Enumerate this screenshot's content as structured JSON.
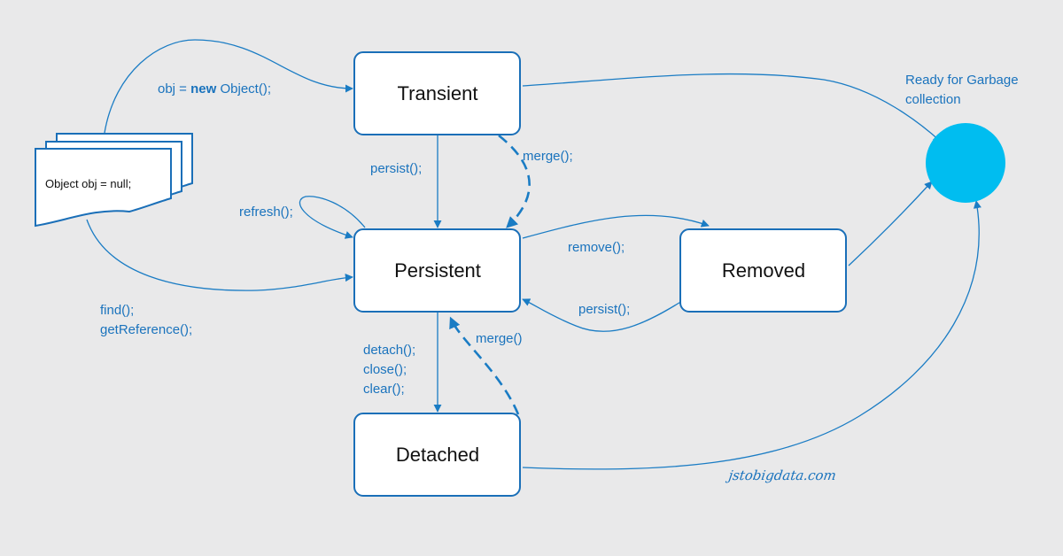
{
  "states": {
    "transient": "Transient",
    "persistent": "Persistent",
    "removed": "Removed",
    "detached": "Detached"
  },
  "document": {
    "label": "Object obj = null;"
  },
  "gc": {
    "line1": "Ready for Garbage",
    "line2": "collection",
    "color": "#00bdf0"
  },
  "edges": {
    "new_object_prefix": "obj = ",
    "new_object_keyword": "new",
    "new_object_suffix": " Object();",
    "persist_from_transient": "persist();",
    "merge_to_persistent": "merge();",
    "refresh": "refresh();",
    "remove": "remove();",
    "persist_from_removed": "persist();",
    "find": "find();",
    "get_reference": "getReference();",
    "detach": "detach();",
    "close": "close();",
    "clear": "clear();",
    "merge_from_detached": "merge()"
  },
  "watermark": "jstobigdata.com",
  "colors": {
    "stroke": "#1a7cc4",
    "label": "#1a73bd",
    "box_border": "#1a6fb8",
    "background": "#e9e9ea"
  }
}
